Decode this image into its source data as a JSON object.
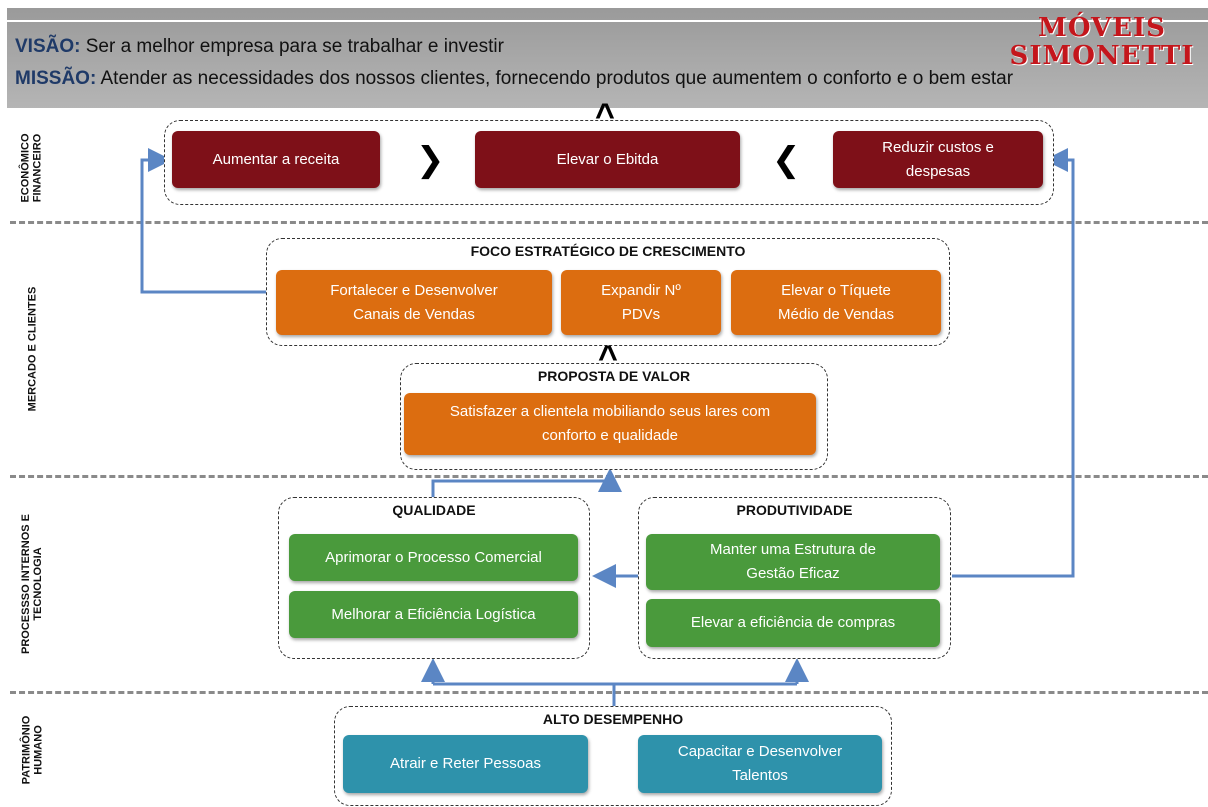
{
  "header": {
    "vision_label": "VISÃO:",
    "vision_text": " Ser a melhor empresa para se trabalhar e investir",
    "mission_label": "MISSÃO:",
    "mission_text": " Atender as necessidades dos nossos clientes, fornecendo produtos que aumentem o conforto e o bem estar",
    "logo_line1": "MÓVEIS",
    "logo_line2": "SIMONETTI"
  },
  "perspectives": {
    "financial": "ECONÔMICO\nFINANCEIRO",
    "market": "MERCADO E CLIENTES",
    "processes": "PROCESSSO INTERNOS E\nTECNOLOGIA",
    "people": "PATRIMÔNIO\nHUMANO"
  },
  "financial": {
    "increase_revenue": "Aumentar a receita",
    "raise_ebitda": "Elevar o Ebitda",
    "reduce_costs": "Reduzir custos e despesas"
  },
  "growth": {
    "title": "FOCO ESTRATÉGICO DE CRESCIMENTO",
    "channels": "Fortalecer e Desenvolver Canais de Vendas",
    "pdvs": "Expandir Nº PDVs",
    "ticket": "Elevar o Tíquete Médio de Vendas"
  },
  "value": {
    "title": "PROPOSTA DE VALOR",
    "statement": "Satisfazer a clientela mobiliando seus lares com conforto e qualidade"
  },
  "quality": {
    "title": "QUALIDADE",
    "commercial": "Aprimorar o Processo Comercial",
    "logistics": "Melhorar a Eficiência Logística"
  },
  "productivity": {
    "title": "PRODUTIVIDADE",
    "structure": "Manter uma Estrutura de Gestão Eficaz",
    "purchasing": "Elevar a eficiência de compras"
  },
  "people": {
    "title": "ALTO DESEMPENHO",
    "attract": "Atrair e Reter Pessoas",
    "develop": "Capacitar e Desenvolver Talentos"
  },
  "colors": {
    "financial": "#7e1018",
    "market": "#dc6d10",
    "processes": "#4a9a3c",
    "people": "#2e92ab",
    "connector": "#5b86c4"
  }
}
